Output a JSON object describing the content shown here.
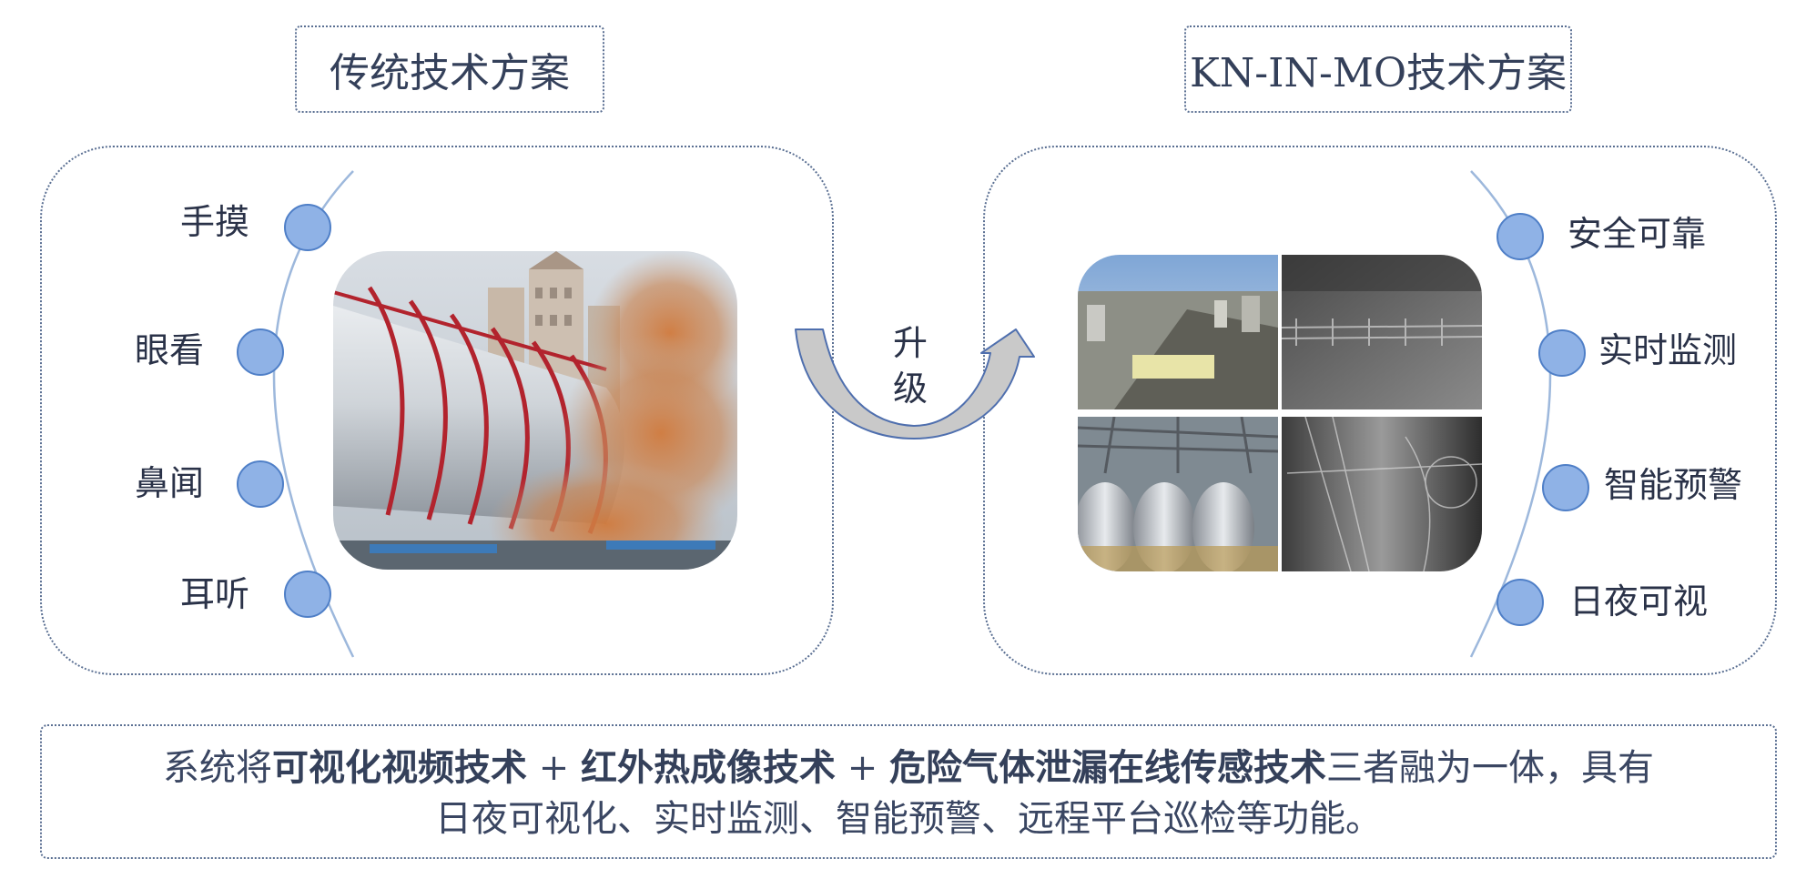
{
  "left": {
    "title": "传统技术方案",
    "items": [
      "手摸",
      "眼看",
      "鼻闻",
      "耳听"
    ]
  },
  "right": {
    "title": "KN-IN-MO技术方案",
    "items": [
      "安全可靠",
      "实时监测",
      "智能预警",
      "日夜可视"
    ]
  },
  "upgrade": {
    "char1": "升",
    "char2": "级"
  },
  "summary": {
    "part1": "系统将",
    "tech1": "可视化视频技术",
    "plus1": " + ",
    "tech2": "红外热成像技术",
    "plus2": " + ",
    "tech3": "危险气体泄漏在线传感技术",
    "part2": "三者融为一体，具有",
    "line2": "日夜可视化、实时监测、智能预警、远程平台巡检等功能。"
  },
  "colors": {
    "node_fill": "#8fb2e6",
    "node_stroke": "#4f7fc7",
    "arc": "#9db8dc",
    "arrow_fill": "#c9c9c9",
    "arrow_stroke": "#4f6fae",
    "border": "#5a6f92"
  }
}
